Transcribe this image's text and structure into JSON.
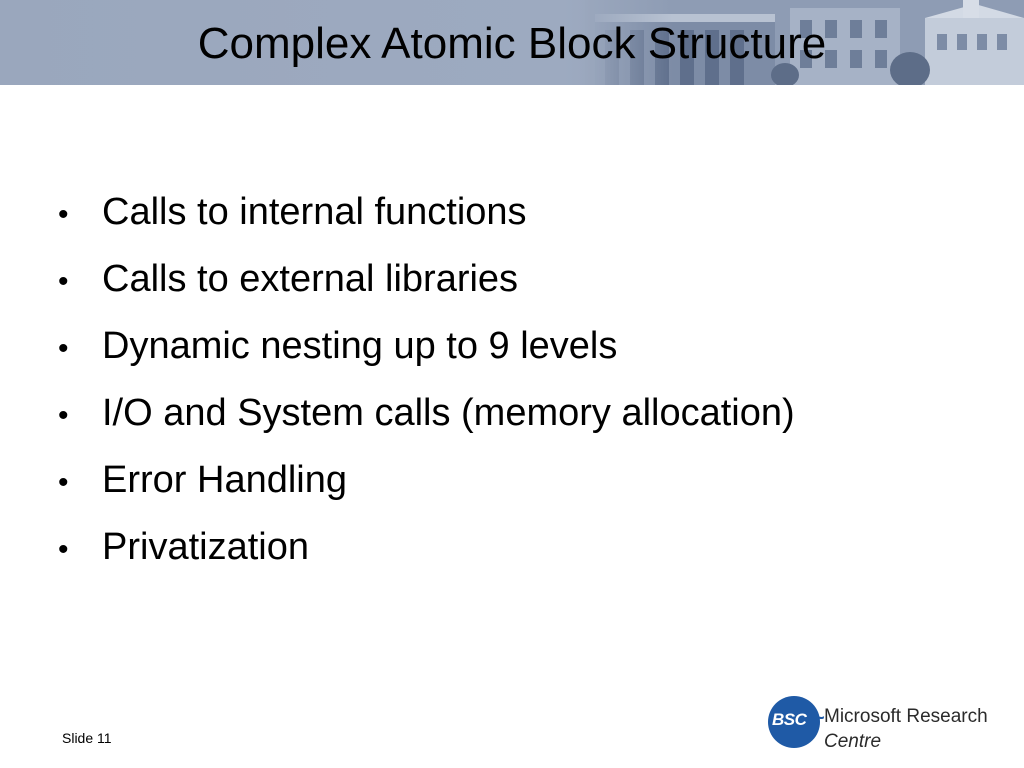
{
  "slide": {
    "title": "Complex Atomic Block Structure",
    "bullet_marker": "•",
    "bullets": [
      "Calls to internal functions",
      "Calls to external libraries",
      "Dynamic nesting up to 9 levels",
      "I/O and System calls (memory allocation)",
      "Error Handling",
      "Privatization"
    ],
    "slide_number": "Slide 11"
  },
  "logo": {
    "abbrev": "BSC",
    "tilde": "~",
    "line1": "Microsoft Research",
    "line2": "Centre"
  },
  "colors": {
    "banner": "#9aa7bd",
    "logo_blue": "#1f5aa6"
  }
}
